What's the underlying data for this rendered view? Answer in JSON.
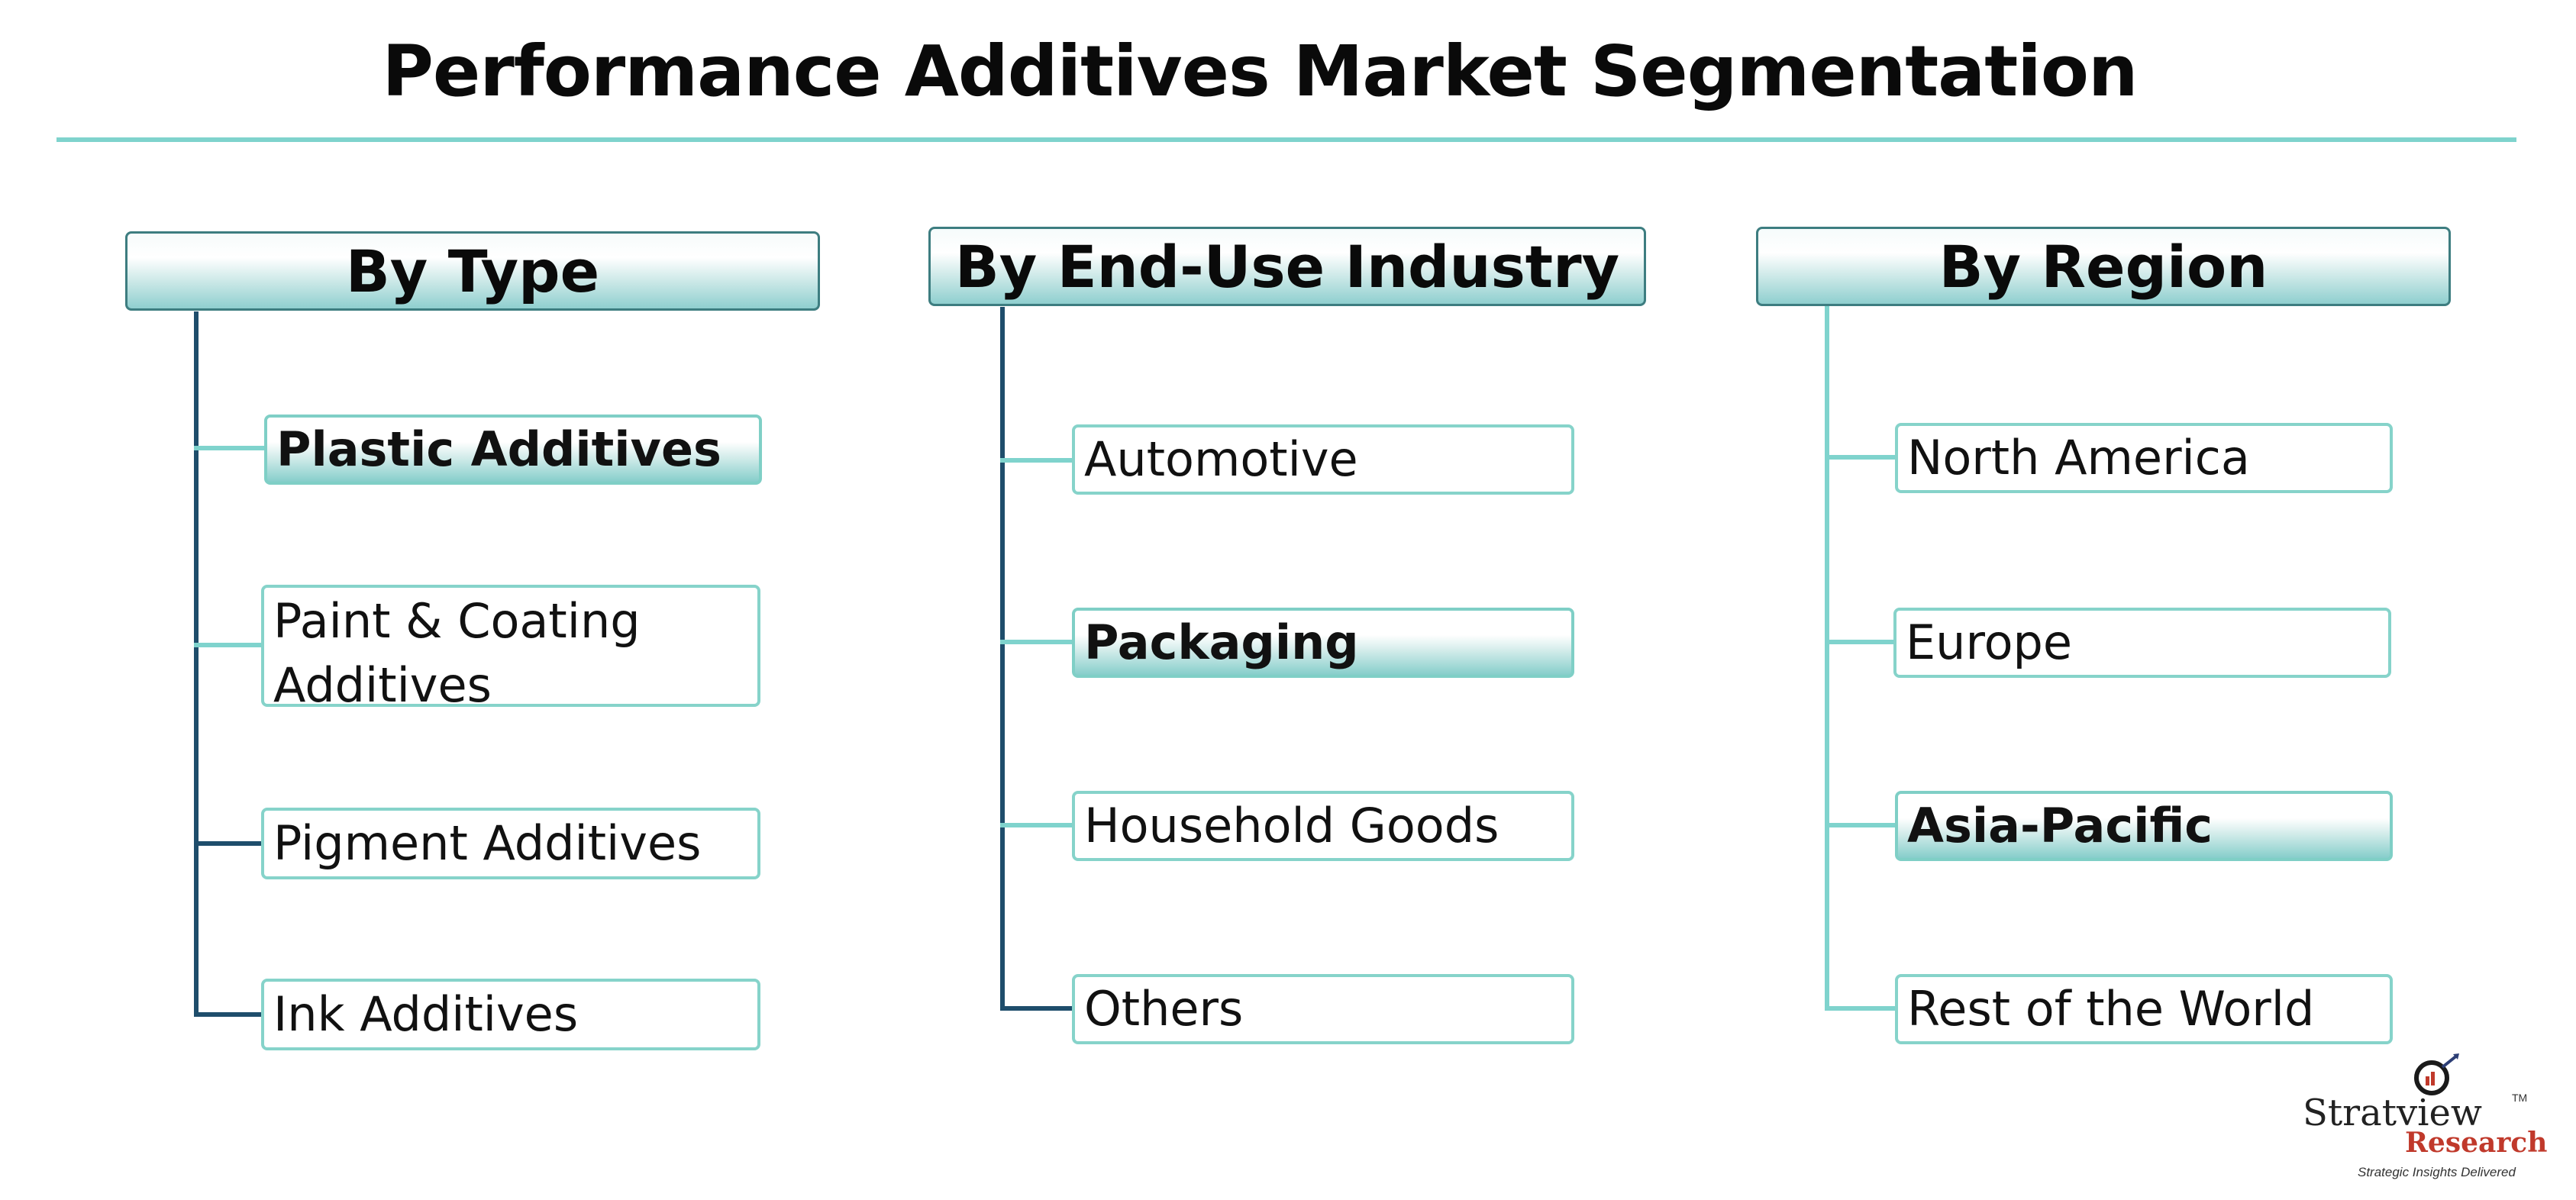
{
  "title": "Performance Additives Market Segmentation",
  "colors": {
    "rule": "#7fd3cd",
    "box_border": "#86d3ca",
    "connector_dark": "#1e4d6b",
    "connector_light": "#7fd3cd"
  },
  "columns": [
    {
      "header": "By Type",
      "items": [
        {
          "label": "Plastic Additives",
          "highlighted": true
        },
        {
          "label": "Paint & Coating Additives",
          "highlighted": false
        },
        {
          "label": "Pigment Additives",
          "highlighted": false
        },
        {
          "label": "Ink Additives",
          "highlighted": false
        }
      ]
    },
    {
      "header": "By End-Use Industry",
      "items": [
        {
          "label": "Automotive",
          "highlighted": false
        },
        {
          "label": "Packaging",
          "highlighted": true
        },
        {
          "label": "Household Goods",
          "highlighted": false
        },
        {
          "label": "Others",
          "highlighted": false
        }
      ]
    },
    {
      "header": "By Region",
      "items": [
        {
          "label": "North America",
          "highlighted": false
        },
        {
          "label": "Europe",
          "highlighted": false
        },
        {
          "label": "Asia-Pacific",
          "highlighted": true
        },
        {
          "label": "Rest of the World",
          "highlighted": false
        }
      ]
    }
  ],
  "logo": {
    "name": "Stratview",
    "trademark": "TM",
    "sub": "Research",
    "tagline": "Strategic Insights Delivered",
    "icon": "magnifier-chart-icon"
  }
}
